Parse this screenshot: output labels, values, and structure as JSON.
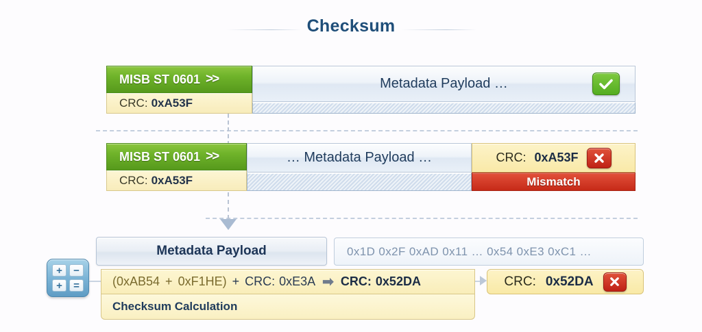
{
  "title": "Checksum",
  "colors": {
    "title": "#1f4e79",
    "green": "#6fb32a",
    "cream": "#f8ecbb",
    "red": "#c62a18",
    "payload_blue": "#e9f0f8"
  },
  "rows": [
    {
      "header_label": "MISB ST 0601",
      "header_chevron": ">>",
      "crc_prefix": "CRC:",
      "crc_value": "0xA53F",
      "payload_label": "Metadata Payload …",
      "status": "valid",
      "status_icon": "check-icon"
    },
    {
      "header_label": "MISB ST 0601",
      "header_chevron": ">>",
      "crc_prefix": "CRC:",
      "crc_value": "0xA53F",
      "payload_label": "… Metadata Payload …",
      "trailer_crc_prefix": "CRC:",
      "trailer_crc_value": "0xA53F",
      "status": "mismatch",
      "status_icon": "cross-icon",
      "mismatch_label": "Mismatch"
    }
  ],
  "detail": {
    "payload_label": "Metadata Payload",
    "hex_bytes": "0x1D  0x2F  0xAD  0x11 … 0x54 0xE3 0xC1 …",
    "calculation": {
      "operand_open": "(0xAB54",
      "operator_plus_1": "+",
      "operand_two": "0xF1HE)",
      "operator_plus_2": "+",
      "crc_term_label": "CRC:",
      "crc_term_value": "0xE3A",
      "arrow": "➡",
      "result_label": "CRC:",
      "result_value": "0x52DA"
    },
    "calculation_caption": "Checksum Calculation",
    "result_box": {
      "label": "CRC:",
      "value": "0x52DA",
      "status": "mismatch",
      "status_icon": "cross-icon"
    },
    "calculator_icon": {
      "keys": [
        "+",
        "−",
        "+",
        "="
      ]
    }
  }
}
